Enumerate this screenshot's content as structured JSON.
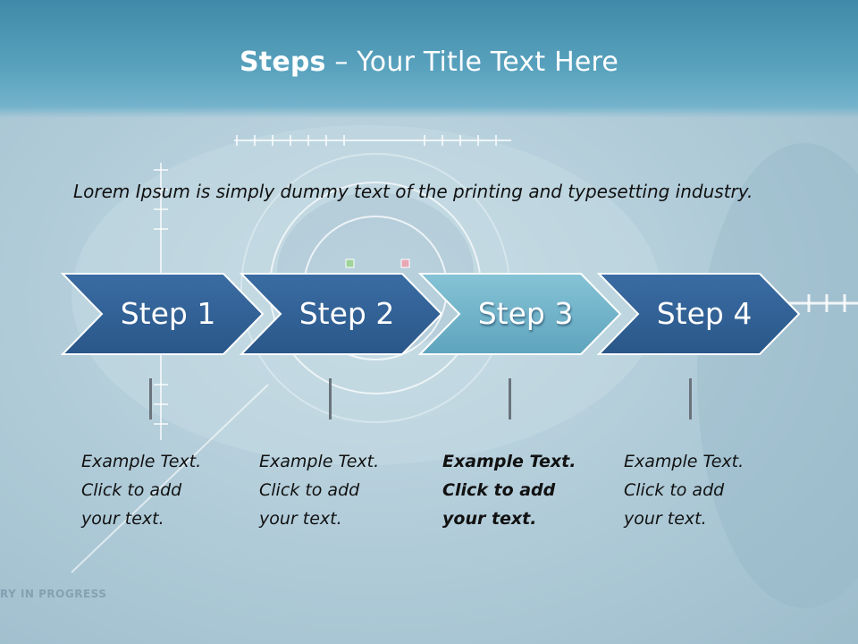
{
  "title": {
    "bold": "Steps",
    "rest": " – Your Title Text Here"
  },
  "intro": "Lorem Ipsum is simply dummy text of the printing and typesetting industry.",
  "steps": [
    {
      "label": "Step 1",
      "lines": [
        "Example Text.",
        "Click  to add",
        "your text."
      ]
    },
    {
      "label": "Step 2",
      "lines": [
        "Example Text.",
        "Click  to add",
        "your text."
      ]
    },
    {
      "label": "Step 3",
      "lines": [
        "Example Text.",
        "Click  to add",
        "your text."
      ]
    },
    {
      "label": "Step 4",
      "lines": [
        "Example Text.",
        "Click  to add",
        "your text."
      ]
    }
  ],
  "watermark": "RY IN PROGRESS",
  "colors": {
    "header": "#4c97b5",
    "chevron": "#2e5f95",
    "chevron_active": "#6fb1c8",
    "background": "#b7d0dc"
  }
}
